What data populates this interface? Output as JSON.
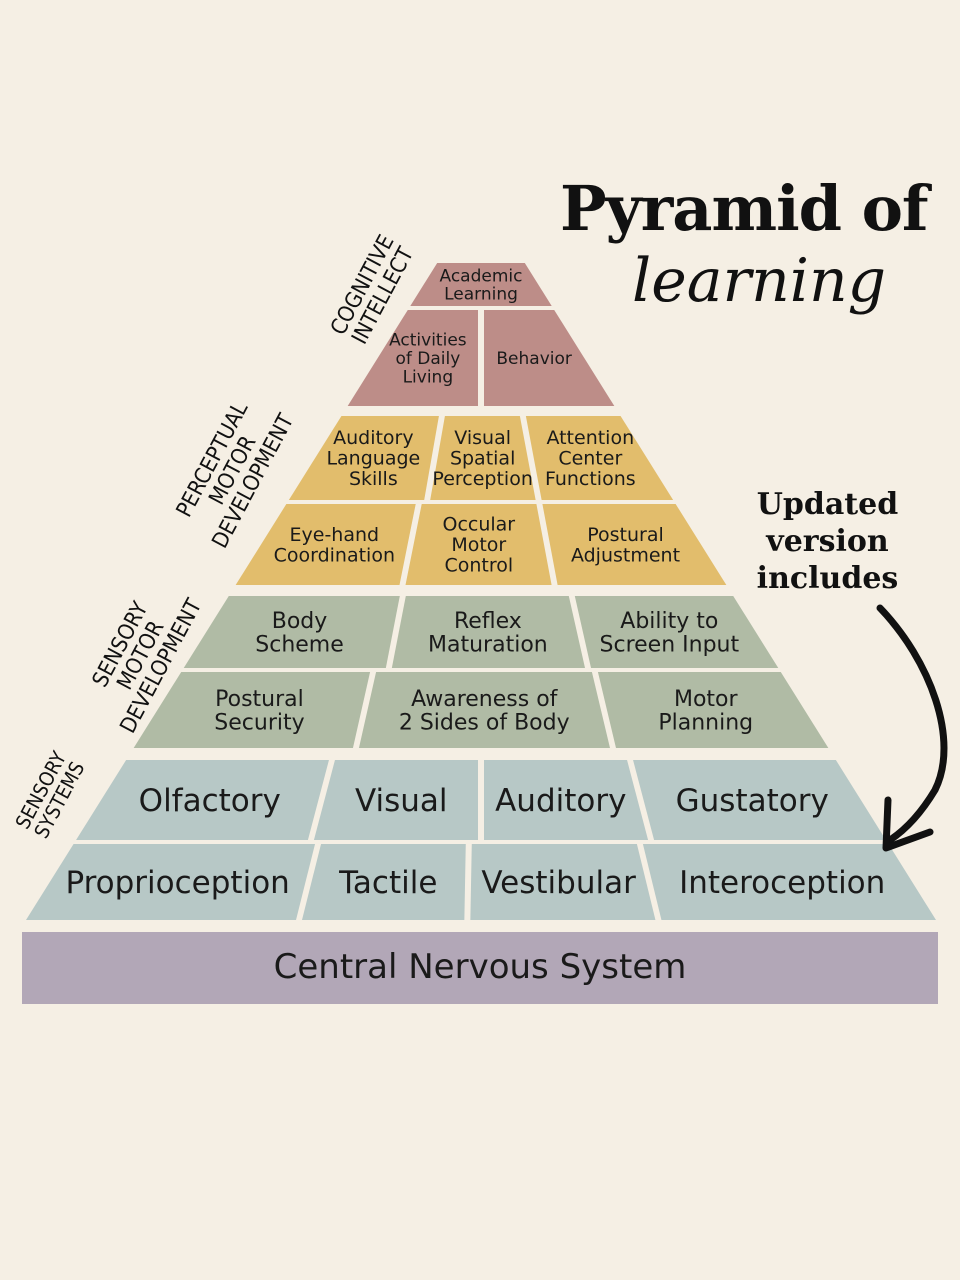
{
  "title": {
    "line1": "Pyramid of",
    "line2": "learning"
  },
  "note": {
    "lines": [
      "Updated",
      "version",
      "includes"
    ]
  },
  "colors": {
    "background": "#f5efe4",
    "cognitive": "#bd8d88",
    "perceptual": "#e2bd6c",
    "sensory_motor": "#b0bba5",
    "sensory_systems": "#b7c8c6",
    "cns": "#b2a7b7",
    "text": "#1a1a1a"
  },
  "levels": [
    {
      "name": "cognitive",
      "side_label": [
        "COGNITIVE",
        "INTELLECT"
      ],
      "rows": [
        [
          {
            "text": [
              "Academic",
              "Learning"
            ]
          }
        ],
        [
          {
            "text": [
              "Activities",
              "of Daily",
              "Living"
            ]
          },
          {
            "text": [
              "Behavior"
            ]
          }
        ]
      ]
    },
    {
      "name": "perceptual",
      "side_label": [
        "PERCEPTUAL",
        "MOTOR",
        "DEVELOPMENT"
      ],
      "rows": [
        [
          {
            "text": [
              "Auditory",
              "Language",
              "Skills"
            ]
          },
          {
            "text": [
              "Visual",
              "Spatial",
              "Perception"
            ]
          },
          {
            "text": [
              "Attention",
              "Center",
              "Functions"
            ]
          }
        ],
        [
          {
            "text": [
              "Eye-hand",
              "Coordination"
            ]
          },
          {
            "text": [
              "Occular",
              "Motor",
              "Control"
            ]
          },
          {
            "text": [
              "Postural",
              "Adjustment"
            ]
          }
        ]
      ]
    },
    {
      "name": "sensory_motor",
      "side_label": [
        "SENSORY",
        "MOTOR",
        "DEVELOPMENT"
      ],
      "rows": [
        [
          {
            "text": [
              "Body",
              "Scheme"
            ]
          },
          {
            "text": [
              "Reflex",
              "Maturation"
            ]
          },
          {
            "text": [
              "Ability to",
              "Screen Input"
            ]
          }
        ],
        [
          {
            "text": [
              "Postural",
              "Security"
            ]
          },
          {
            "text": [
              "Awareness of",
              "2 Sides of Body"
            ]
          },
          {
            "text": [
              "Motor",
              "Planning"
            ]
          }
        ]
      ]
    },
    {
      "name": "sensory_systems",
      "side_label": [
        "SENSORY",
        "SYSTEMS"
      ],
      "rows": [
        [
          {
            "text": [
              "Olfactory"
            ]
          },
          {
            "text": [
              "Visual"
            ]
          },
          {
            "text": [
              "Auditory"
            ]
          },
          {
            "text": [
              "Gustatory"
            ]
          }
        ],
        [
          {
            "text": [
              "Proprioception"
            ]
          },
          {
            "text": [
              "Tactile"
            ]
          },
          {
            "text": [
              "Vestibular"
            ]
          },
          {
            "text": [
              "Interoception"
            ]
          }
        ]
      ]
    }
  ],
  "base": {
    "text": "Central Nervous System"
  }
}
